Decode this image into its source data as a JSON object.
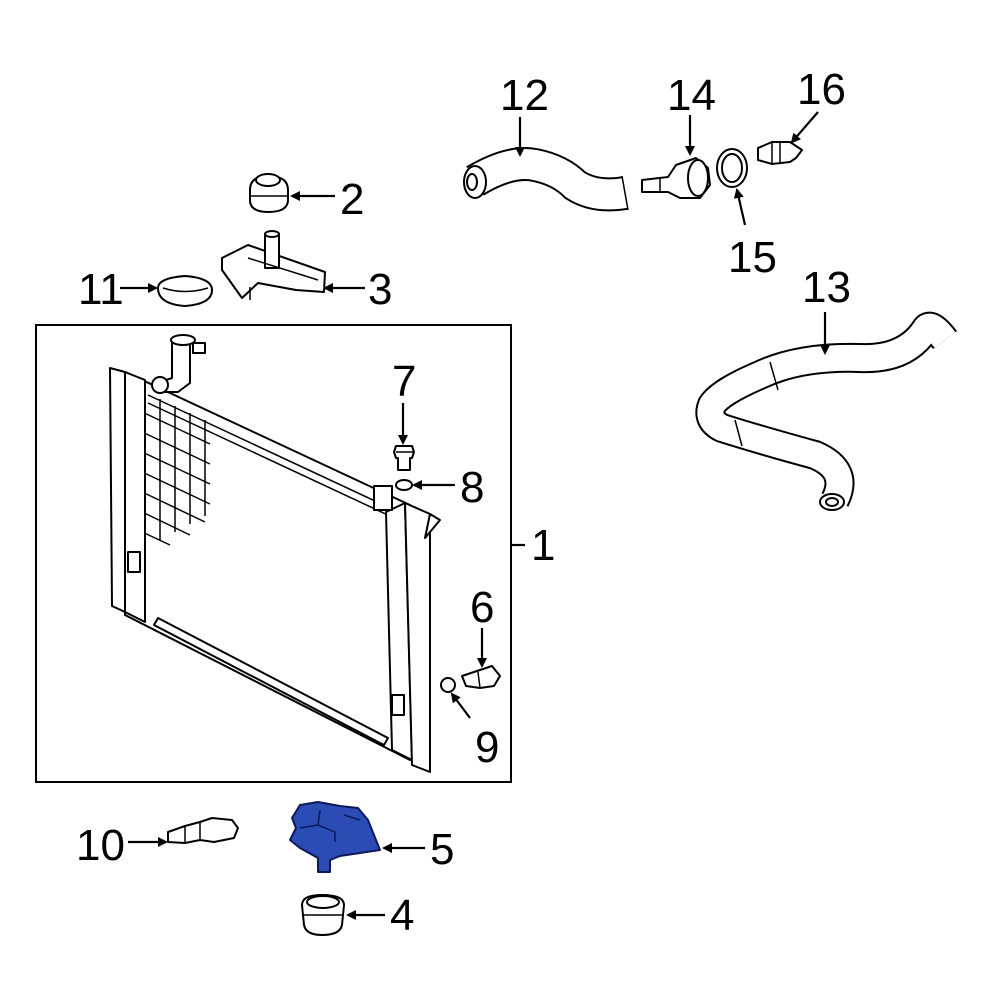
{
  "callouts": {
    "c1": "1",
    "c2": "2",
    "c3": "3",
    "c4": "4",
    "c5": "5",
    "c6": "6",
    "c7": "7",
    "c8": "8",
    "c9": "9",
    "c10": "10",
    "c11": "11",
    "c12": "12",
    "c13": "13",
    "c14": "14",
    "c15": "15",
    "c16": "16"
  },
  "highlighted_part": "5",
  "colors": {
    "highlight": "#2b4bb5",
    "line": "#000000",
    "background": "#ffffff"
  }
}
